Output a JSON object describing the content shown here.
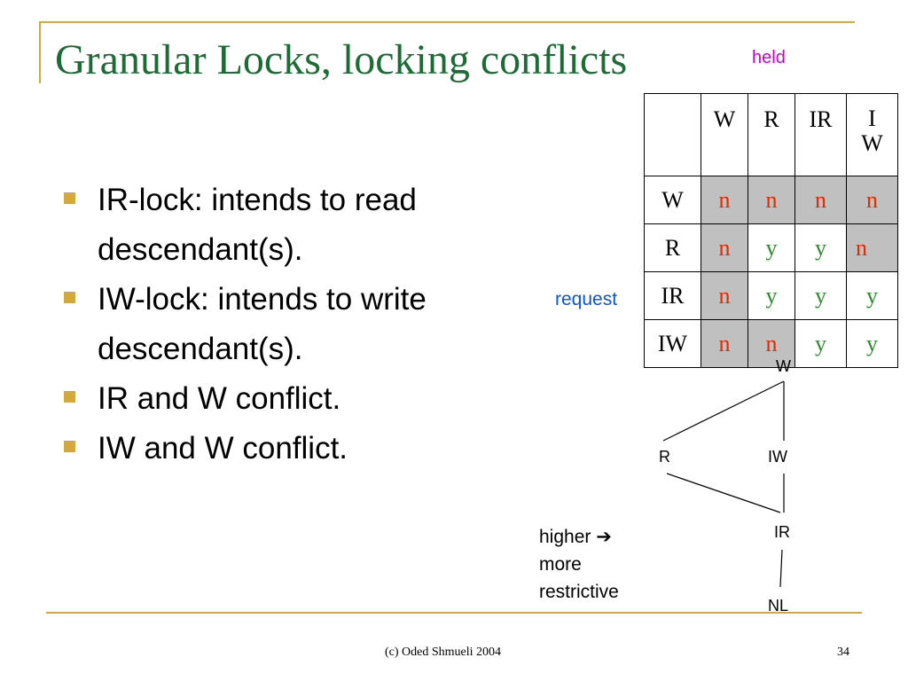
{
  "slide": {
    "title": "Granular Locks, locking conflicts",
    "held_label": "held",
    "request_label": "request",
    "bullets": [
      {
        "line1": "IR-lock: intends to read",
        "line2": "descendant(s)."
      },
      {
        "line1": "IW-lock: intends to write",
        "line2": "descendant(s)."
      },
      {
        "line1": "IR and W conflict.",
        "line2": ""
      },
      {
        "line1": "IW and W conflict.",
        "line2": ""
      }
    ],
    "table": {
      "header": [
        "W",
        "R",
        "IR",
        "I",
        "W"
      ],
      "rows": [
        {
          "label": "W",
          "cells": [
            "n",
            "n",
            "n",
            "n"
          ]
        },
        {
          "label": "R",
          "cells": [
            "n",
            "y",
            "y",
            "n"
          ]
        },
        {
          "label": "IR",
          "cells": [
            "n",
            "y",
            "y",
            "y"
          ]
        },
        {
          "label": "IW",
          "cells": [
            "n",
            "n",
            "y",
            "y"
          ]
        }
      ]
    },
    "diagram": {
      "nodes": {
        "w": "W",
        "r": "R",
        "iw": "IW",
        "ir": "IR",
        "nl": "NL"
      },
      "note_line1": "higher ➔",
      "note_line2": "more",
      "note_line3": "restrictive"
    },
    "footer": "(c) Oded Shmueli 2004",
    "page_number": "34",
    "colors": {
      "accent": "#d4a83a",
      "title": "#1d6b35",
      "held": "#cc00cc",
      "request": "#0a55d6",
      "no": "#e02a00",
      "yes": "#2e8b2e",
      "shade": "#c0c0c0"
    }
  }
}
